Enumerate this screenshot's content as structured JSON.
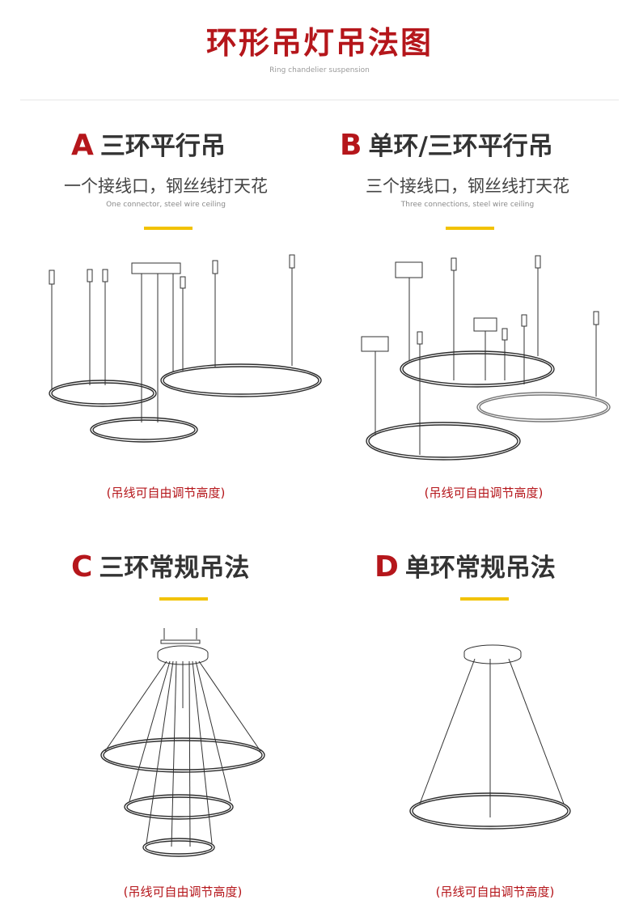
{
  "header": {
    "title": "环形吊灯吊法图",
    "subtitle": "Ring chandelier suspension"
  },
  "sections": {
    "a": {
      "letter": "A",
      "title": "三环平行吊",
      "desc_cn": "一个接线口，钢丝线打天花",
      "desc_en": "One connector, steel wire ceiling",
      "note": "(吊线可自由调节高度)"
    },
    "b": {
      "letter": "B",
      "title": "单环/三环平行吊",
      "desc_cn": "三个接线口，钢丝线打天花",
      "desc_en": "Three connections, steel wire ceiling",
      "note": "(吊线可自由调节高度)"
    },
    "c": {
      "letter": "C",
      "title": "三环常规吊法",
      "note": "(吊线可自由调节高度)"
    },
    "d": {
      "letter": "D",
      "title": "单环常规吊法",
      "note": "(吊线可自由调节高度)"
    }
  },
  "colors": {
    "accent_red": "#b5161b",
    "accent_yellow": "#f2c200",
    "line": "#2d2d2d"
  }
}
